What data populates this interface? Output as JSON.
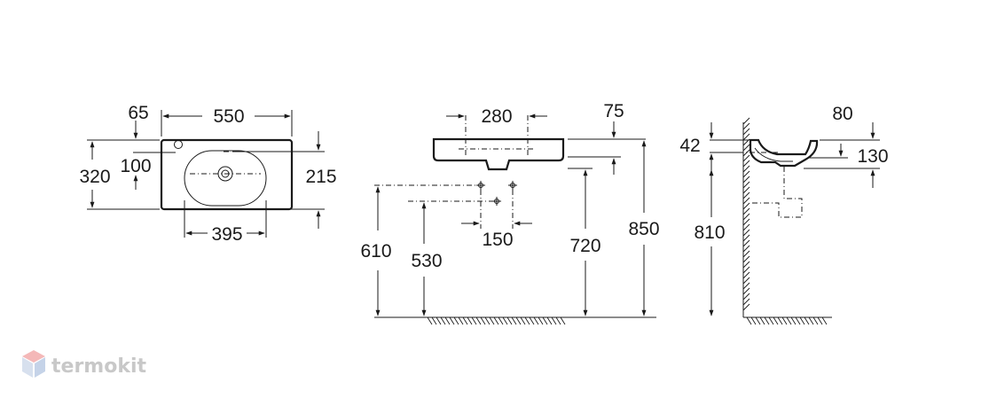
{
  "top_view": {
    "width": "550",
    "tap_offset": "65",
    "depth": "320",
    "bowl_offset": "100",
    "bowl_depth": "215",
    "bowl_width": "395"
  },
  "front_view": {
    "holes_spacing": "280",
    "rim_thickness": "75",
    "supply_spacing": "150",
    "supply_high": "610",
    "supply_low": "530",
    "bottom_height": "720",
    "rim_height": "850"
  },
  "side_view": {
    "wall_gap": "42",
    "back_height": "80",
    "basin_depth": "130",
    "bottom_height": "810"
  },
  "logo": {
    "text": "termokit",
    "colors": {
      "top": "#f4b8b8",
      "left": "#d7e0ee",
      "right": "#c5d3e8"
    }
  }
}
